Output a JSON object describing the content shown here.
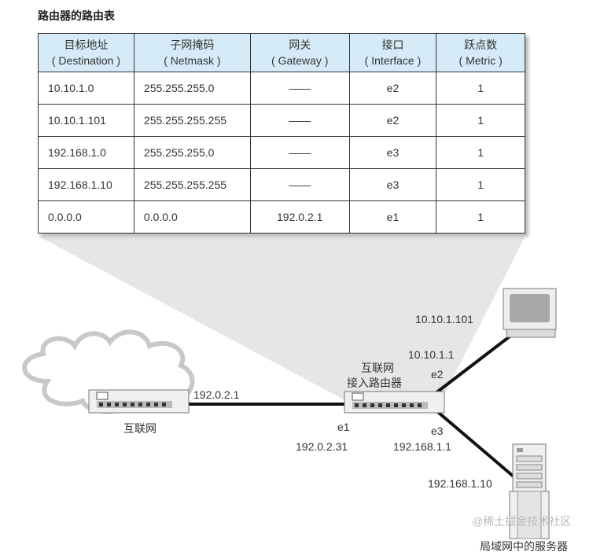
{
  "title": "路由器的路由表",
  "table": {
    "headers": [
      {
        "zh": "目标地址",
        "en": "( Destination )"
      },
      {
        "zh": "子网掩码",
        "en": "( Netmask )"
      },
      {
        "zh": "网关",
        "en": "( Gateway )"
      },
      {
        "zh": "接口",
        "en": "( Interface )"
      },
      {
        "zh": "跃点数",
        "en": "( Metric )"
      }
    ],
    "rows": [
      [
        "10.10.1.0",
        "255.255.255.0",
        "——",
        "e2",
        "1"
      ],
      [
        "10.10.1.101",
        "255.255.255.255",
        "——",
        "e2",
        "1"
      ],
      [
        "192.168.1.0",
        "255.255.255.0",
        "——",
        "e3",
        "1"
      ],
      [
        "192.168.1.10",
        "255.255.255.255",
        "——",
        "e3",
        "1"
      ],
      [
        "0.0.0.0",
        "0.0.0.0",
        "192.0.2.1",
        "e1",
        "1"
      ]
    ],
    "header_color": "#d5ecf8"
  },
  "diagram": {
    "internet_label": "互联网",
    "internet_router_ip": "192.0.2.1",
    "access_router_label_1": "互联网",
    "access_router_label_2": "接入路由器",
    "e1_label": "e1",
    "e1_ip": "192.0.2.31",
    "e2_label": "e2",
    "e2_ip": "10.10.1.1",
    "e3_label": "e3",
    "e3_ip": "192.168.1.1",
    "pc_ip": "10.10.1.101",
    "server_ip": "192.168.1.10",
    "server_label": "局域网中的服务器",
    "icons": [
      "cloud-icon",
      "router-icon",
      "computer-icon",
      "server-icon"
    ]
  },
  "watermark": "@稀土掘金技术社区"
}
